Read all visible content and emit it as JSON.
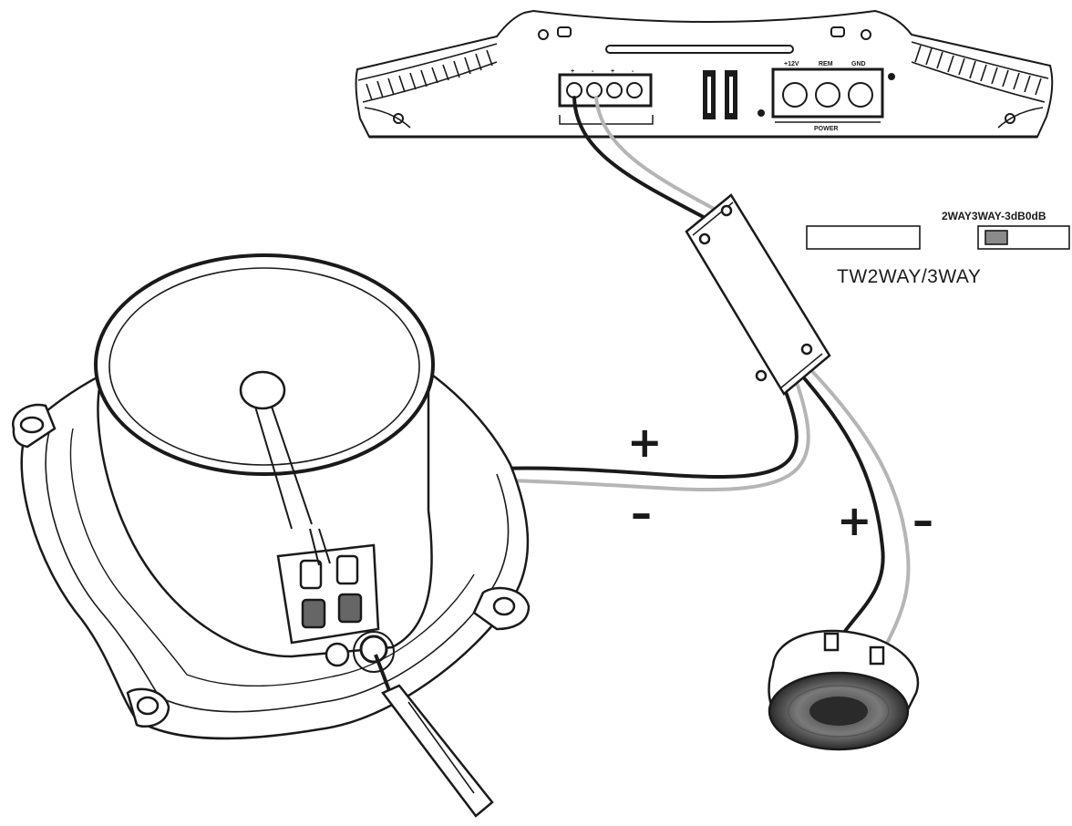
{
  "labels": {
    "woofer_plus": "+",
    "woofer_minus": "–",
    "tweeter_plus": "+",
    "tweeter_minus": "–",
    "switch_options": "2WAY3WAY-3dB0dB",
    "switch_name": "TW2WAY/3WAY"
  },
  "amplifier": {
    "speaker_terminals": [
      "+",
      "-",
      "+",
      "-"
    ],
    "power_terminals": [
      "+12V",
      "REM",
      "GND"
    ],
    "power_label": "POWER"
  },
  "colors": {
    "line": "#1a1a1a",
    "wire_dark": "#1a1a1a",
    "wire_light": "#b5b5b5",
    "switch_fill": "#8a8a8a"
  }
}
